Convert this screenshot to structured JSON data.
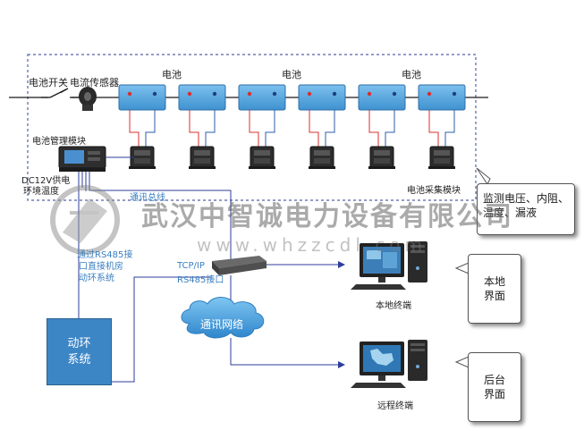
{
  "labels": {
    "battery_switch": "电池开关",
    "current_sensor": "电流传感器",
    "battery_1": "电池",
    "battery_2": "电池",
    "battery_3": "电池",
    "bms_module": "电池管理模块",
    "dc12v": "DC12V供电",
    "env_temp": "环境温度",
    "comm_bus": "通讯总线",
    "collector_module": "电池采集模块",
    "rs485_line1": "通过RS485接",
    "rs485_line2": "口直接机房",
    "rs485_line3": "动环系统",
    "tcpip_line1": "TCP/IP",
    "tcpip_line2": "RS485接口",
    "comm_network": "通讯网络",
    "local_terminal": "本地终端",
    "remote_terminal": "远程终端",
    "dynamic_env_line1": "动环",
    "dynamic_env_line2": "系统"
  },
  "notes": {
    "monitor": "监测电压、内阻、温度、漏液",
    "local_ui_line1": "本地",
    "local_ui_line2": "界面",
    "backend_ui_line1": "后台",
    "backend_ui_line2": "界面"
  },
  "watermark": {
    "company": "武汉中智诚电力设备有限公司",
    "url": "www.whzzcdl.com"
  },
  "colors": {
    "battery_fill": "#5aa9e0",
    "positive_wire": "#d9302c",
    "negative_wire": "#2b5ea8",
    "main_line": "#1a1a1a",
    "network_line": "#2c3e9a",
    "dash_border": "#5561a8"
  }
}
